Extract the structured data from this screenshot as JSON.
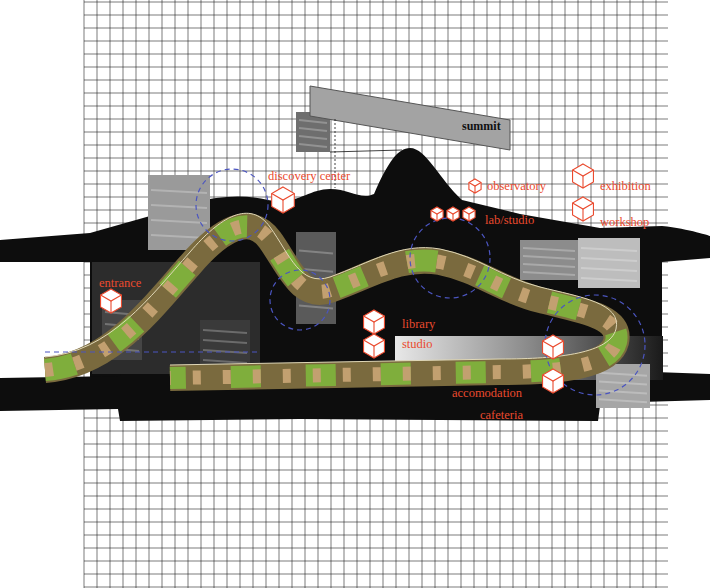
{
  "diagram": {
    "labels": [
      "summit",
      "discovery center",
      "observatory",
      "exhibition",
      "lab/studio",
      "workshop",
      "entrance",
      "library",
      "studio",
      "accomodation",
      "cafeteria"
    ]
  }
}
